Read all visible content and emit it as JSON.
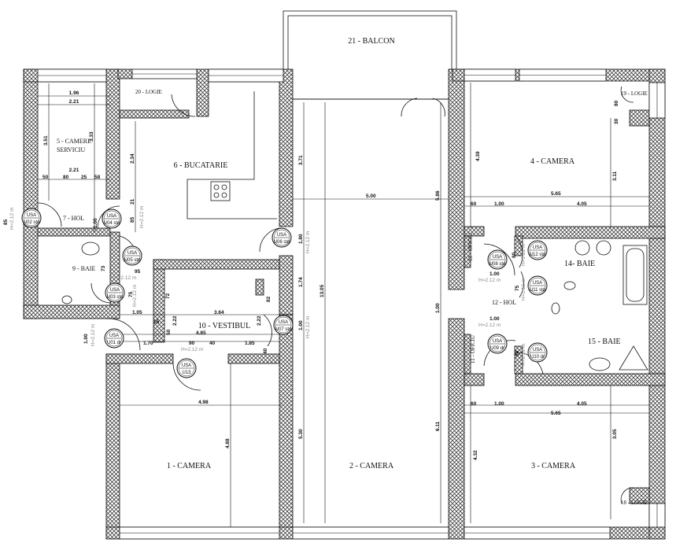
{
  "title": "Floor plan",
  "rooms": {
    "r1": "1 - CAMERA",
    "r2": "2 - CAMERA",
    "r3": "3 - CAMERA",
    "r4": "4 - CAMERA",
    "r5a": "5 - CAMERE",
    "r5b": "SERVICIU",
    "r6": "6 - BUCATARIE",
    "r7": "7 - HOL",
    "r9": "9 - BAIE",
    "r10": "10 - VESTIBUL",
    "r11": "11 - OFICIU",
    "r12": "12 - HOL",
    "r13": "13 - OFICIU",
    "r14": "14- BAIE",
    "r15": "15 - BAIE",
    "r18": "18 - LOGIE",
    "r19": "19 - LOGIE",
    "r20": "20 - LOGIE",
    "r21": "21 - BALCON"
  },
  "doors": [
    {
      "type": "USA",
      "code": "U01 dr"
    },
    {
      "type": "USA",
      "code": "U02 stg"
    },
    {
      "type": "USA",
      "code": "U03 stg"
    },
    {
      "type": "USA",
      "code": "U04 stg"
    },
    {
      "type": "USA",
      "code": "U05 stg"
    },
    {
      "type": "USA",
      "code": "U06 stg"
    },
    {
      "type": "USA",
      "code": "U07 stg"
    },
    {
      "type": "USA",
      "code": "U08 stg"
    },
    {
      "type": "USA",
      "code": "U09 dr"
    },
    {
      "type": "USA",
      "code": "U10 dr"
    },
    {
      "type": "USA",
      "code": "U11 stg"
    },
    {
      "type": "USA",
      "code": "U12 stg"
    },
    {
      "type": "USA",
      "code": "U13"
    }
  ],
  "dims": {
    "d196": "1.96",
    "d221a": "2.21",
    "d221b": "2.21",
    "d351": "3.51",
    "d333": "3.33",
    "d50": "50",
    "d80": "80",
    "d25": "25",
    "d58": "58",
    "d234": "2.34",
    "d21": "21",
    "d85a": "85",
    "d85b": "85",
    "d100a": "1.00",
    "d73": "73",
    "d95": "95",
    "d75": "75",
    "d105": "1.05",
    "d15": "15",
    "d72": "72",
    "d364": "3.64",
    "d82": "82",
    "d222a": "2.22",
    "d222b": "2.22",
    "d485": "4.85",
    "d170": "1.70",
    "d90": "90",
    "d40a": "40",
    "d185": "1.85",
    "d50b": "50",
    "d40b": "40",
    "d100b": "1.00",
    "d498": "4.98",
    "d488": "4.88",
    "d371": "3.71",
    "d500": "5.00",
    "d586": "5.86",
    "d180": "1.80",
    "d174": "1.74",
    "d1305": "13.05",
    "d100c": "1.00",
    "d530": "5.30",
    "d611": "6.11",
    "d100d": "1.00",
    "d439": "4.39",
    "d311": "3.11",
    "d565a": "5.65",
    "d60a": "60",
    "d100e": "1.00",
    "d405a": "4.05",
    "d80b": "80",
    "d75b": "75",
    "d100f": "1.00",
    "d100g": "1.00",
    "d80c": "80",
    "d565b": "5.65",
    "d60b": "60",
    "d100h": "1.00",
    "d405b": "4.05",
    "d432": "4.32",
    "d305": "3.05",
    "d80d": "80",
    "d30": "30"
  },
  "heights": {
    "h": "H=2.12 m"
  }
}
